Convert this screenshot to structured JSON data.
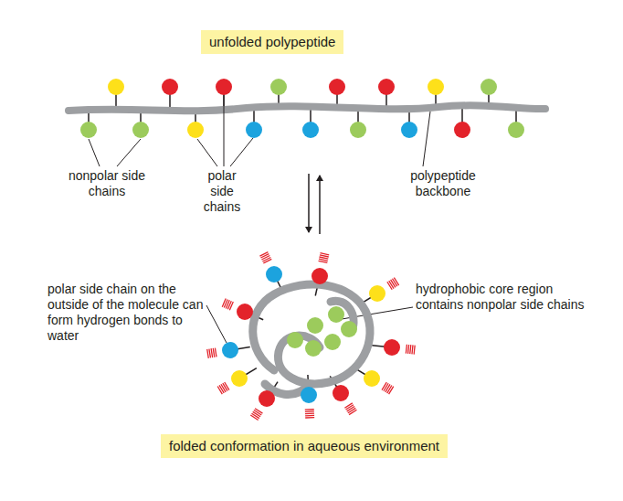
{
  "diagram": {
    "nodes": [
      {
        "text": [
          "unfolded polypeptide"
        ]
      },
      {
        "text": [
          "folded conformation in aqueous environment"
        ]
      }
    ],
    "labels": [
      "nonpolar side chains",
      "polar side chains",
      "polypeptide backbone",
      "polar side chain on the outside of the molecule can form hydrogen bonds to water",
      "hydrophobic core region contains nonpolar side chains"
    ]
  }
}
